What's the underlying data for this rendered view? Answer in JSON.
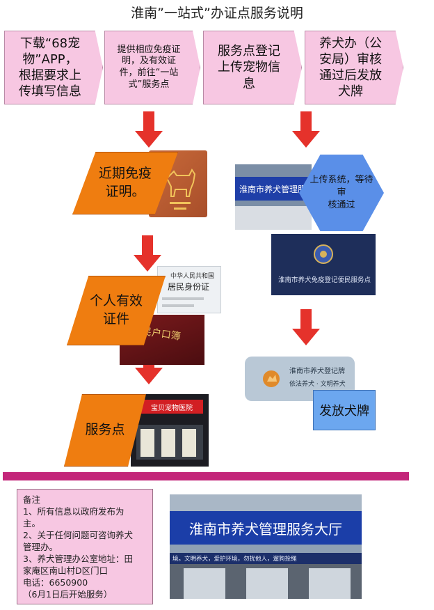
{
  "title": "淮南”一站式”办证点服务说明",
  "steps": [
    "下载“68宠\n物”APP，\n根据要求上\n传填写信息",
    "提供相应免疫证\n明，及有效证\n件，前往“一站\n式”服务点",
    "服务点登记\n上传宠物信\n息",
    "养犬办（公\n安局）审核\n通过后发放\n犬牌"
  ],
  "left_flow": {
    "vaccine": "近期免疫\n证明。",
    "id_docs": "个人有效\n证件",
    "service_point": "服务点"
  },
  "right_flow": {
    "upload": "上传系统，等待审\n核通过",
    "issue": "发放犬牌"
  },
  "photos": {
    "id_card_line1": "中华人民共和国",
    "id_card_line2": "居民身份证",
    "hukou": "居民户口簿",
    "hospital_sign": "宝贝宠物医院",
    "hall_sign": "淮南市养犬管理服务",
    "office_banner": "淮南市养犬免疫登记便民服务点",
    "tag_title": "淮南市养犬登记牌",
    "tag_sub": "依法养犬 · 文明养犬",
    "big_sign": "淮南市养犬管理服务大厅",
    "big_slogan": "境。文明养犬，爱护环境，勿扰他人，遛狗拴绳"
  },
  "notes": {
    "heading": "备注",
    "items": [
      "1、所有信息以政府发布为\n主。",
      "2、关于任何问题可咨询养犬\n管理办。",
      "3、养犬管理办公室地址：田\n家庵区南山村D区门口",
      "电话：6650900",
      "（6月1日后开始服务）"
    ]
  },
  "colors": {
    "pink": "#f7c7e2",
    "orange": "#ef7d10",
    "blue": "#5a8fe8",
    "arrow_red": "#e5322b",
    "divider": "#c3267a"
  }
}
